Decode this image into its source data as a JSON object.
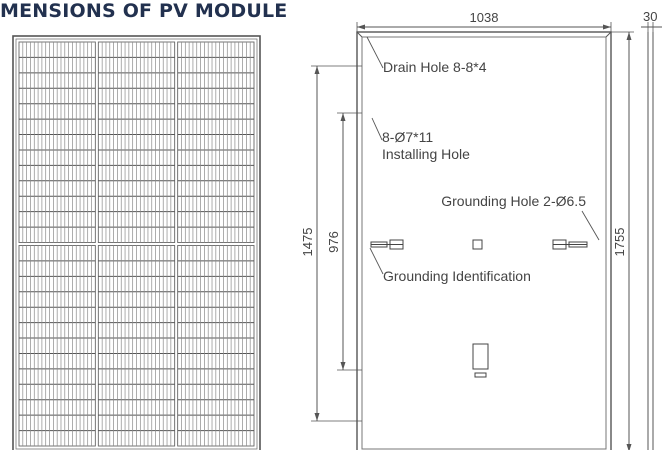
{
  "title": "MENSIONS OF PV MODULE",
  "dimensions": {
    "width": "1038",
    "thickness": "30",
    "height": "1755",
    "hole_span_outer": "1475",
    "hole_span_inner": "976"
  },
  "callouts": {
    "drain_hole": "Drain Hole 8-8*4",
    "installing_hole_line1": "8-Ø7*11",
    "installing_hole_line2": "Installing Hole",
    "grounding_hole": "Grounding Hole 2-Ø6.5",
    "grounding_identification": "Grounding Identification"
  },
  "front_view": {
    "columns": 3,
    "rows_per_half": 13
  },
  "colors": {
    "title": "#22314f",
    "line": "#555555",
    "cell_line": "#8a8a8a"
  }
}
